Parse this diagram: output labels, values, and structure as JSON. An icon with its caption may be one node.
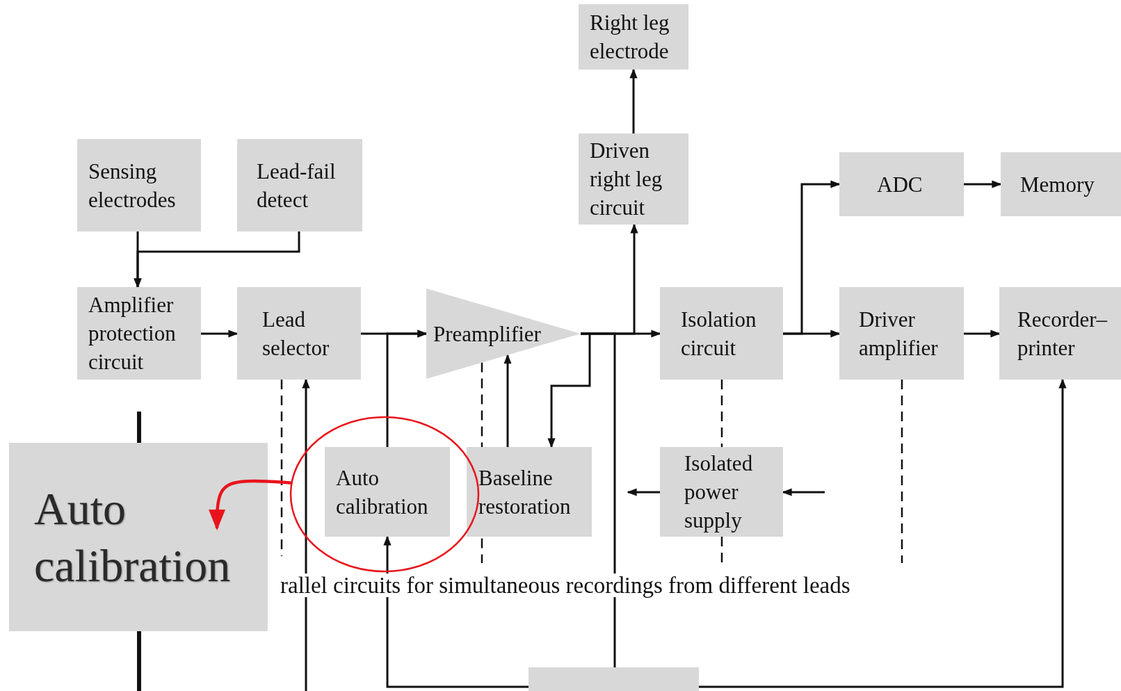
{
  "diagram": {
    "nodes": [
      {
        "text": [
          "Right leg electrode"
        ]
      },
      {
        "text": [
          "Sensing electrodes"
        ]
      },
      {
        "text": [
          "Lead-fail detect"
        ]
      },
      {
        "text": [
          "Driven right leg circuit"
        ]
      },
      {
        "text": [
          "ADC"
        ]
      },
      {
        "text": [
          "Memory"
        ]
      },
      {
        "text": [
          "Amplifier protection circuit"
        ]
      },
      {
        "text": [
          "Lead selector"
        ]
      },
      {
        "text": [
          "Preamplifier"
        ]
      },
      {
        "text": [
          "Isolation circuit"
        ]
      },
      {
        "text": [
          "Driver amplifier"
        ]
      },
      {
        "text": [
          "Recorder– printer"
        ]
      },
      {
        "text": [
          "Auto calibration"
        ]
      },
      {
        "text": [],
        "shape": "circle"
      },
      {
        "text": [
          "Auto calibration"
        ],
        "in": 13
      },
      {
        "text": [
          "Baseline restoration"
        ]
      },
      {
        "text": [
          "Isolated power supply"
        ]
      },
      {
        "text": [],
        "shape": "box"
      }
    ],
    "edges": [
      {
        "from": 1,
        "to": 6,
        "arrow": "to"
      },
      {
        "from": 2,
        "to": 6,
        "arrow": "to"
      },
      {
        "from": 6,
        "to": 7,
        "arrow": "to"
      },
      {
        "from": 7,
        "to": 8,
        "arrow": "to"
      },
      {
        "from": 14,
        "to": 8,
        "arrow": "to"
      },
      {
        "from": 15,
        "to": 8,
        "arrow": "to"
      },
      {
        "from": 8,
        "to": 9,
        "arrow": "to"
      },
      {
        "from": 8,
        "to": 3,
        "arrow": "to"
      },
      {
        "from": 8,
        "to": 15,
        "arrow": "to"
      },
      {
        "from": 8,
        "to": 17,
        "arrow": "to"
      },
      {
        "from": 3,
        "to": 0,
        "arrow": "to"
      },
      {
        "from": 9,
        "to": 10,
        "arrow": "to"
      },
      {
        "from": 9,
        "to": 4,
        "arrow": "to"
      },
      {
        "from": 4,
        "to": 5,
        "arrow": "to"
      },
      {
        "from": 10,
        "to": 11,
        "arrow": "to"
      },
      {
        "from": 17,
        "to": 11,
        "arrow": "to"
      },
      {
        "from": 17,
        "to": 14,
        "arrow": "to"
      },
      {
        "from": null,
        "to": 7,
        "arrow": "to"
      },
      {
        "from": 16,
        "to": null,
        "arrow": "to"
      },
      {
        "from": null,
        "to": 16,
        "arrow": "to"
      },
      {
        "from": 9,
        "to": 16,
        "arrow": "none",
        "style": "dashed"
      },
      {
        "from": 7,
        "to": null,
        "arrow": "none",
        "style": "dashed"
      },
      {
        "from": 8,
        "to": null,
        "arrow": "none",
        "style": "dashed"
      },
      {
        "from": 16,
        "to": null,
        "arrow": "none",
        "style": "dashed"
      },
      {
        "from": 10,
        "to": null,
        "arrow": "none",
        "style": "dashed"
      },
      {
        "from": null,
        "to": 12,
        "arrow": "none",
        "style": "thick"
      },
      {
        "from": null,
        "to": 12,
        "arrow": "to",
        "style": "thick"
      },
      {
        "from": 13,
        "to": 12,
        "arrow": "to",
        "color": "#e8141c"
      }
    ],
    "labels": [
      "rallel circuits for simultaneous recordings from different leads"
    ]
  }
}
